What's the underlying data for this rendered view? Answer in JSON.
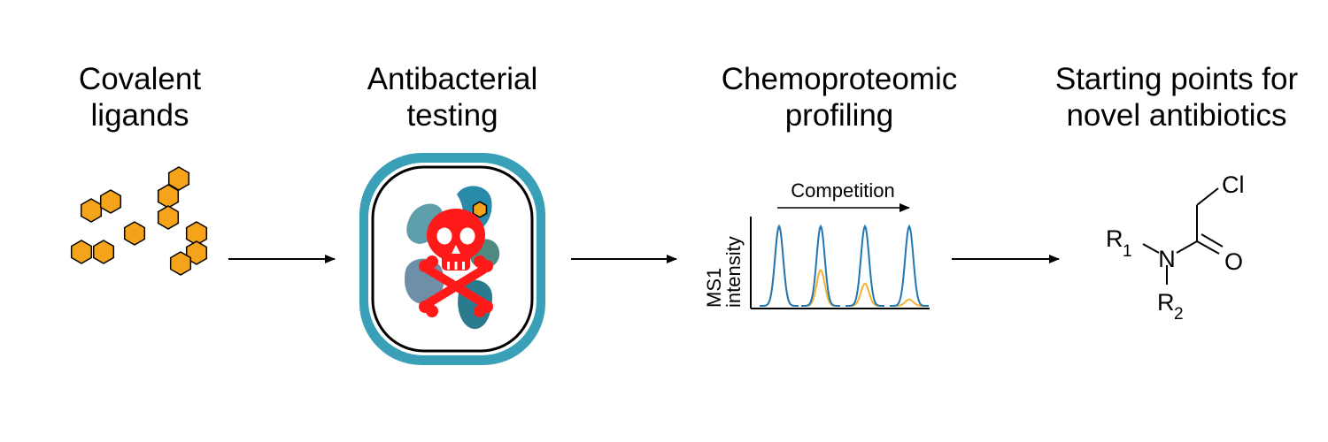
{
  "steps": [
    {
      "line1": "Covalent",
      "line2": "ligands"
    },
    {
      "line1": "Antibacterial",
      "line2": "testing"
    },
    {
      "line1": "Chemoproteomic",
      "line2": "profiling"
    },
    {
      "line1": "Starting points for",
      "line2": "novel antibiotics"
    }
  ],
  "profiling": {
    "competition_label": "Competition",
    "ylabel_line1": "MS1",
    "ylabel_line2": "intensity",
    "control_color": "#1f77b4",
    "treated_color": "#f2b233",
    "peaks": [
      {
        "control": 1.0,
        "treated": 1.0
      },
      {
        "control": 1.0,
        "treated": 0.45
      },
      {
        "control": 1.0,
        "treated": 0.28
      },
      {
        "control": 1.0,
        "treated": 0.08
      }
    ]
  },
  "structure": {
    "atom_cl": "Cl",
    "atom_n": "N",
    "atom_o": "O",
    "r1": "R",
    "r1_sub": "1",
    "r2": "R",
    "r2_sub": "2"
  },
  "colors": {
    "hexagon_fill": "#f5a31a",
    "dish_ring": "#3aa0b8",
    "skull": "#ff1a1a"
  }
}
